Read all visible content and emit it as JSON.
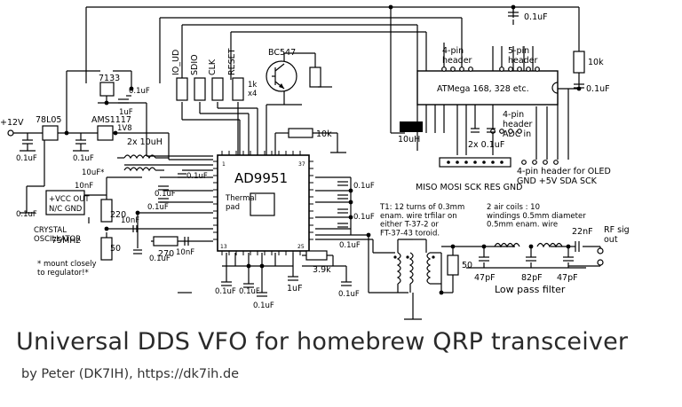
{
  "title": "Universal DDS VFO for homebrew QRP transceiver",
  "byline": "by Peter (DK7IH), https://dk7ih.de",
  "colors": {
    "ink": "#000000",
    "title": "#2a2a2a",
    "byline": "#333333",
    "background": "#ffffff"
  },
  "labels": {
    "supply": "+12V",
    "reg1": "78L05",
    "reg2": "AMS1117",
    "reg2_v": "1V8",
    "reg3": "7133",
    "transistor": "BC547",
    "pin_io_ud": "IO_UD",
    "pin_sdio": "SDIO",
    "pin_clk": "CLK",
    "pin_reset": "RESET",
    "res_1k": "1k",
    "res_x4": "x4",
    "res_10k_a": "10k",
    "res_10k_b": "10k",
    "inductor_10uh": "2x 10uH",
    "choke": "10uH",
    "chip": "AD9951",
    "pad": "Thermal pad",
    "pin1": "1",
    "pin13": "13",
    "pin25": "25",
    "pin37": "37",
    "mcu": "ATMega 168, 328 etc.",
    "hdr4_top": "4-pin header",
    "hdr5": "5-pin header",
    "hdr_adc": "4-pin header ADC in",
    "hdr_oled": "4-pin header for OLED",
    "oled_pins": "GND +5V SDA SCK",
    "spi_pins": "MISO MOSI SCK RES GND",
    "osc_pins_top": "+VCC  OUT",
    "osc_pins_bot": "N/C   GND",
    "osc_name": "CRYSTAL OSCILLATOR",
    "osc_freq": "75MHz",
    "mount_note": "* mount closely to regulator!*",
    "t1_note": "T1: 12 turns of 0.3mm enam. wire trfilar on either T-37-2 or FT-37-43 toroid.",
    "coil_note": "2 air coils : 10 windings 0.5mm diameter 0.5mm enam.  wire",
    "lpf": "Low  pass filter",
    "rf_out": "RF sig out",
    "cap_01uf": "0.1uF",
    "cap_1uf": "1uF",
    "cap_10nf": "10nF",
    "cap_10uf": "10uF*",
    "cap_2x01uf": "2x 0.1uF",
    "cap_47pf": "47pF",
    "cap_82pf": "82pF",
    "cap_22nf": "22nF",
    "res_220": "220",
    "res_50": "50",
    "res_270": "270",
    "res_39k": "3.9k",
    "res_50_out": "50"
  }
}
